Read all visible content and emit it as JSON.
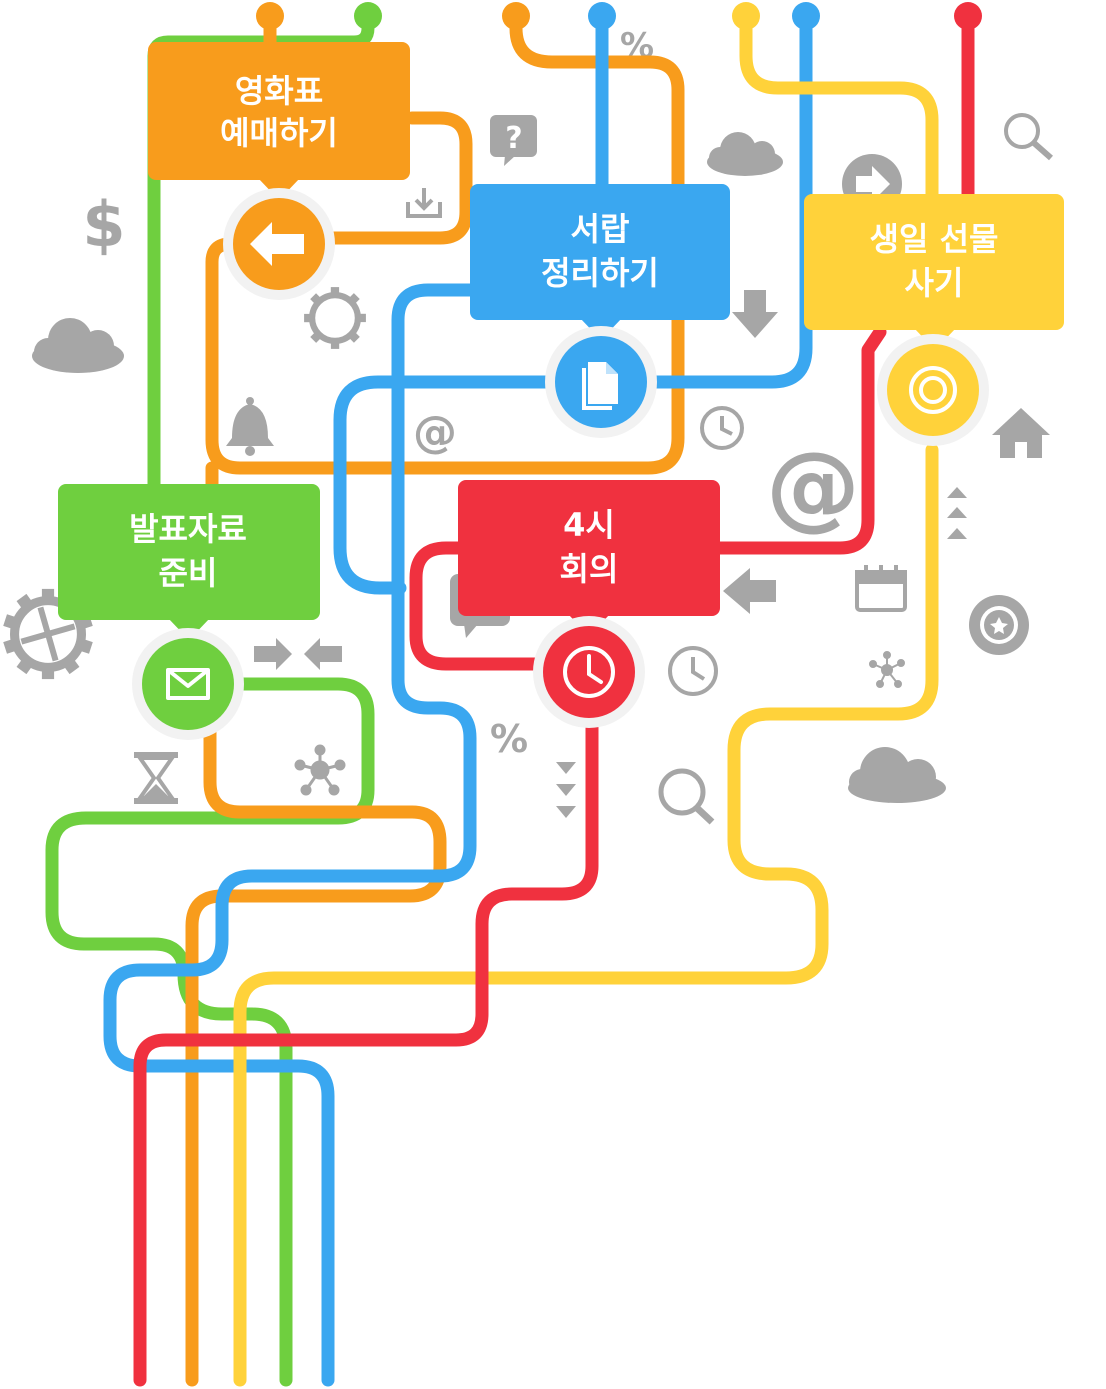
{
  "colors": {
    "orange": "#f89c1c",
    "green": "#6fcf3f",
    "blue": "#3aa7f0",
    "yellow": "#ffd23a",
    "red": "#f0313f",
    "icon_gray": "#a6a6a6"
  },
  "tasks": [
    {
      "id": "movie",
      "line1": "영화표",
      "line2": "예매하기",
      "color": "orange",
      "icon": "arrow-left-icon"
    },
    {
      "id": "drawer",
      "line1": "서랍",
      "line2": "정리하기",
      "color": "blue",
      "icon": "document-icon"
    },
    {
      "id": "gift",
      "line1": "생일 선물",
      "line2": "사기",
      "color": "yellow",
      "icon": "target-icon"
    },
    {
      "id": "presentation",
      "line1": "발표자료",
      "line2": "준비",
      "color": "green",
      "icon": "mail-icon"
    },
    {
      "id": "meeting",
      "line1": "4시",
      "line2": "회의",
      "color": "red",
      "icon": "clock-icon"
    }
  ],
  "symbols": {
    "percent": "%",
    "at": "@",
    "dollar": "$",
    "question": "?"
  },
  "background_icons": [
    "dollar-icon",
    "cloud-icon",
    "gear-icon",
    "bell-icon",
    "question-icon",
    "download-icon",
    "arrow-down-icon",
    "clock-icon",
    "at-icon",
    "search-icon",
    "home-icon",
    "calendar-icon",
    "badge-icon",
    "hourglass-icon",
    "network-icon",
    "arrows-icon",
    "triangles-icon",
    "chat-icon",
    "arrow-right-circle-icon"
  ]
}
